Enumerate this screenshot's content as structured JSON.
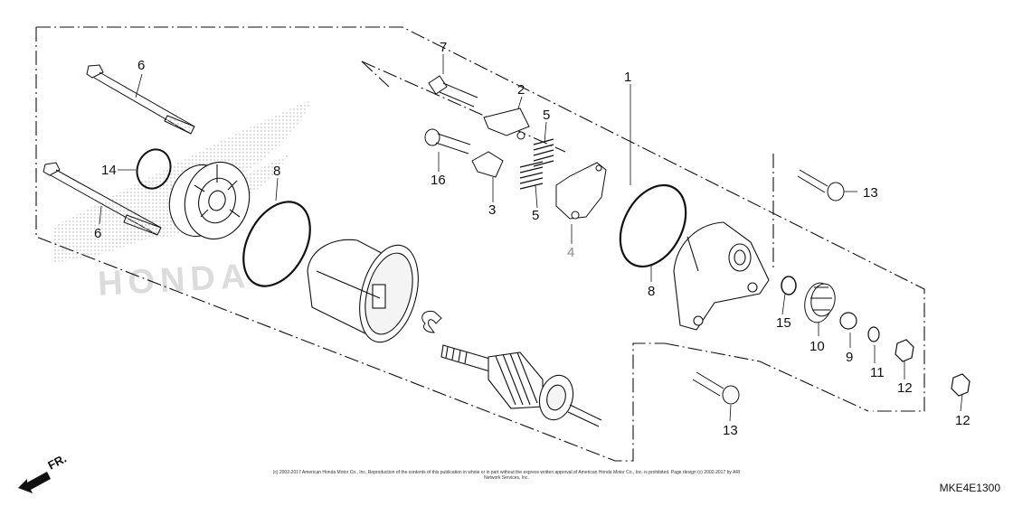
{
  "diagram_code": "MKE4E1300",
  "direction_label": "FR.",
  "copyright": "(c) 2002-2017 American Honda Motor Co., Inc. Reproduction of the contents of this publication in whole or in part without the express written approval of American Honda Motor Co., Inc. is prohibited. Page design (c) 2002-2017 by ARI Network Services, Inc.",
  "watermark": "HONDA",
  "callouts": [
    "1",
    "2",
    "3",
    "4",
    "5",
    "5",
    "6",
    "6",
    "7",
    "8",
    "8",
    "9",
    "10",
    "11",
    "12",
    "12",
    "13",
    "13",
    "14",
    "15",
    "16"
  ],
  "colors": {
    "line": "#111111",
    "muted": "#8a8a8a",
    "watermark": "#d9d9d9"
  }
}
